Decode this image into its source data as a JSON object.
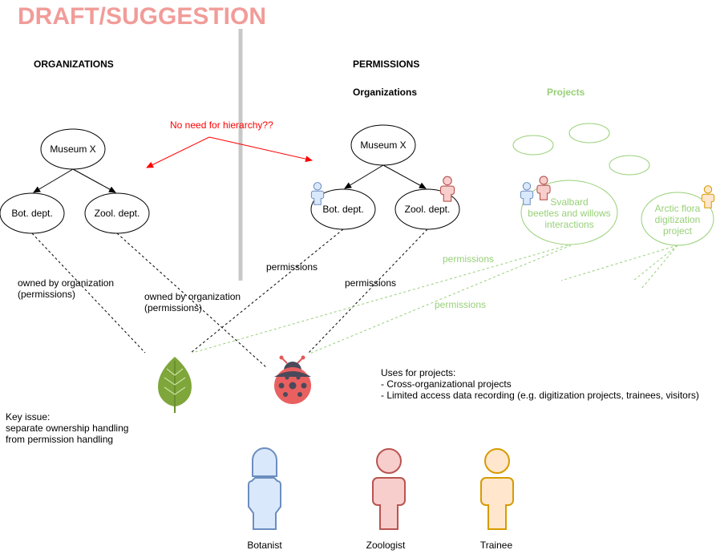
{
  "title": "DRAFT/SUGGESTION",
  "organizations_heading": "ORGANIZATIONS",
  "permissions_heading": "PERMISSIONS",
  "perm_orgs_heading": "Organizations",
  "perm_projects_heading": "Projects",
  "no_hierarchy_note": "No need for hierarchy??",
  "museum": "Museum X",
  "bot_dept": "Bot. dept.",
  "zool_dept": "Zool. dept.",
  "owned_label_1": "owned by organization\n(permissions)",
  "owned_label_2": "owned by organization\n(permissions)",
  "permissions_label": "permissions",
  "project_svalbard": "Svalbard\nbeetles and willows\ninteractions",
  "project_arctic": "Arctic flora\ndigitization\nproject",
  "uses_text": "Uses for projects:\n- Cross-organizational projects\n- Limited access data recording (e.g. digitization projects, trainees, visitors)",
  "key_issue": "Key issue:\nseparate ownership handling\nfrom permission handling",
  "users": [
    "Botanist",
    "Zoologist",
    "Trainee"
  ],
  "icons": {
    "leaf": "leaf-icon",
    "bug": "ladybug-icon",
    "person": "person-icon"
  },
  "colors": {
    "title": "#f19c99",
    "red_arrow": "#ff0000",
    "green_text": "#97d077",
    "botanist_fill": "#dae8fc",
    "botanist_stroke": "#6c8ebf",
    "zoologist_fill": "#f8cecc",
    "zoologist_stroke": "#b85450",
    "trainee_fill": "#ffe6cc",
    "trainee_stroke": "#d79b00"
  }
}
